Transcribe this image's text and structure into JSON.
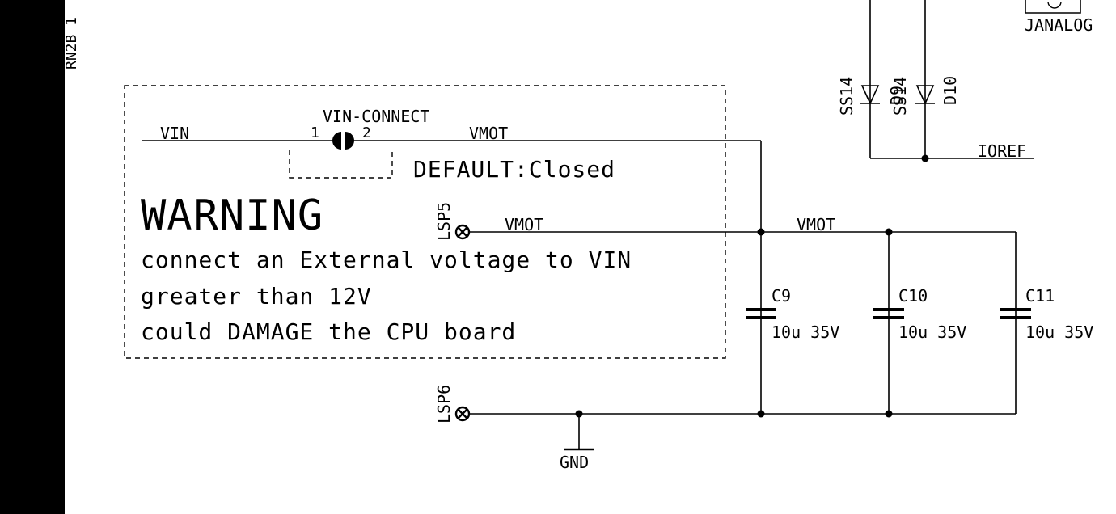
{
  "sheet_label_partial": "RN2B 1",
  "connector": {
    "name": "JANALOG"
  },
  "jumper": {
    "name": "VIN-CONNECT",
    "pin1": "1",
    "pin2": "2",
    "default_text": "DEFAULT:Closed"
  },
  "nets": {
    "vin": "VIN",
    "vmot_jumper": "VMOT",
    "vmot_lsp5": "VMOT",
    "vmot_caps": "VMOT",
    "ioref": "IOREF",
    "gnd": "GND"
  },
  "solder_points": {
    "lsp5": "LSP5",
    "lsp6": "LSP6"
  },
  "diodes": [
    {
      "name": "SS14",
      "ref": "D9"
    },
    {
      "name": "SS14",
      "ref": "D10"
    }
  ],
  "capacitors": [
    {
      "ref": "C9",
      "value": "10u 35V"
    },
    {
      "ref": "C10",
      "value": "10u 35V"
    },
    {
      "ref": "C11",
      "value": "10u 35V"
    }
  ],
  "warning": {
    "title": "WARNING",
    "lines": [
      "connect an External voltage to VIN",
      "greater than 12V",
      "could DAMAGE the CPU board"
    ]
  }
}
